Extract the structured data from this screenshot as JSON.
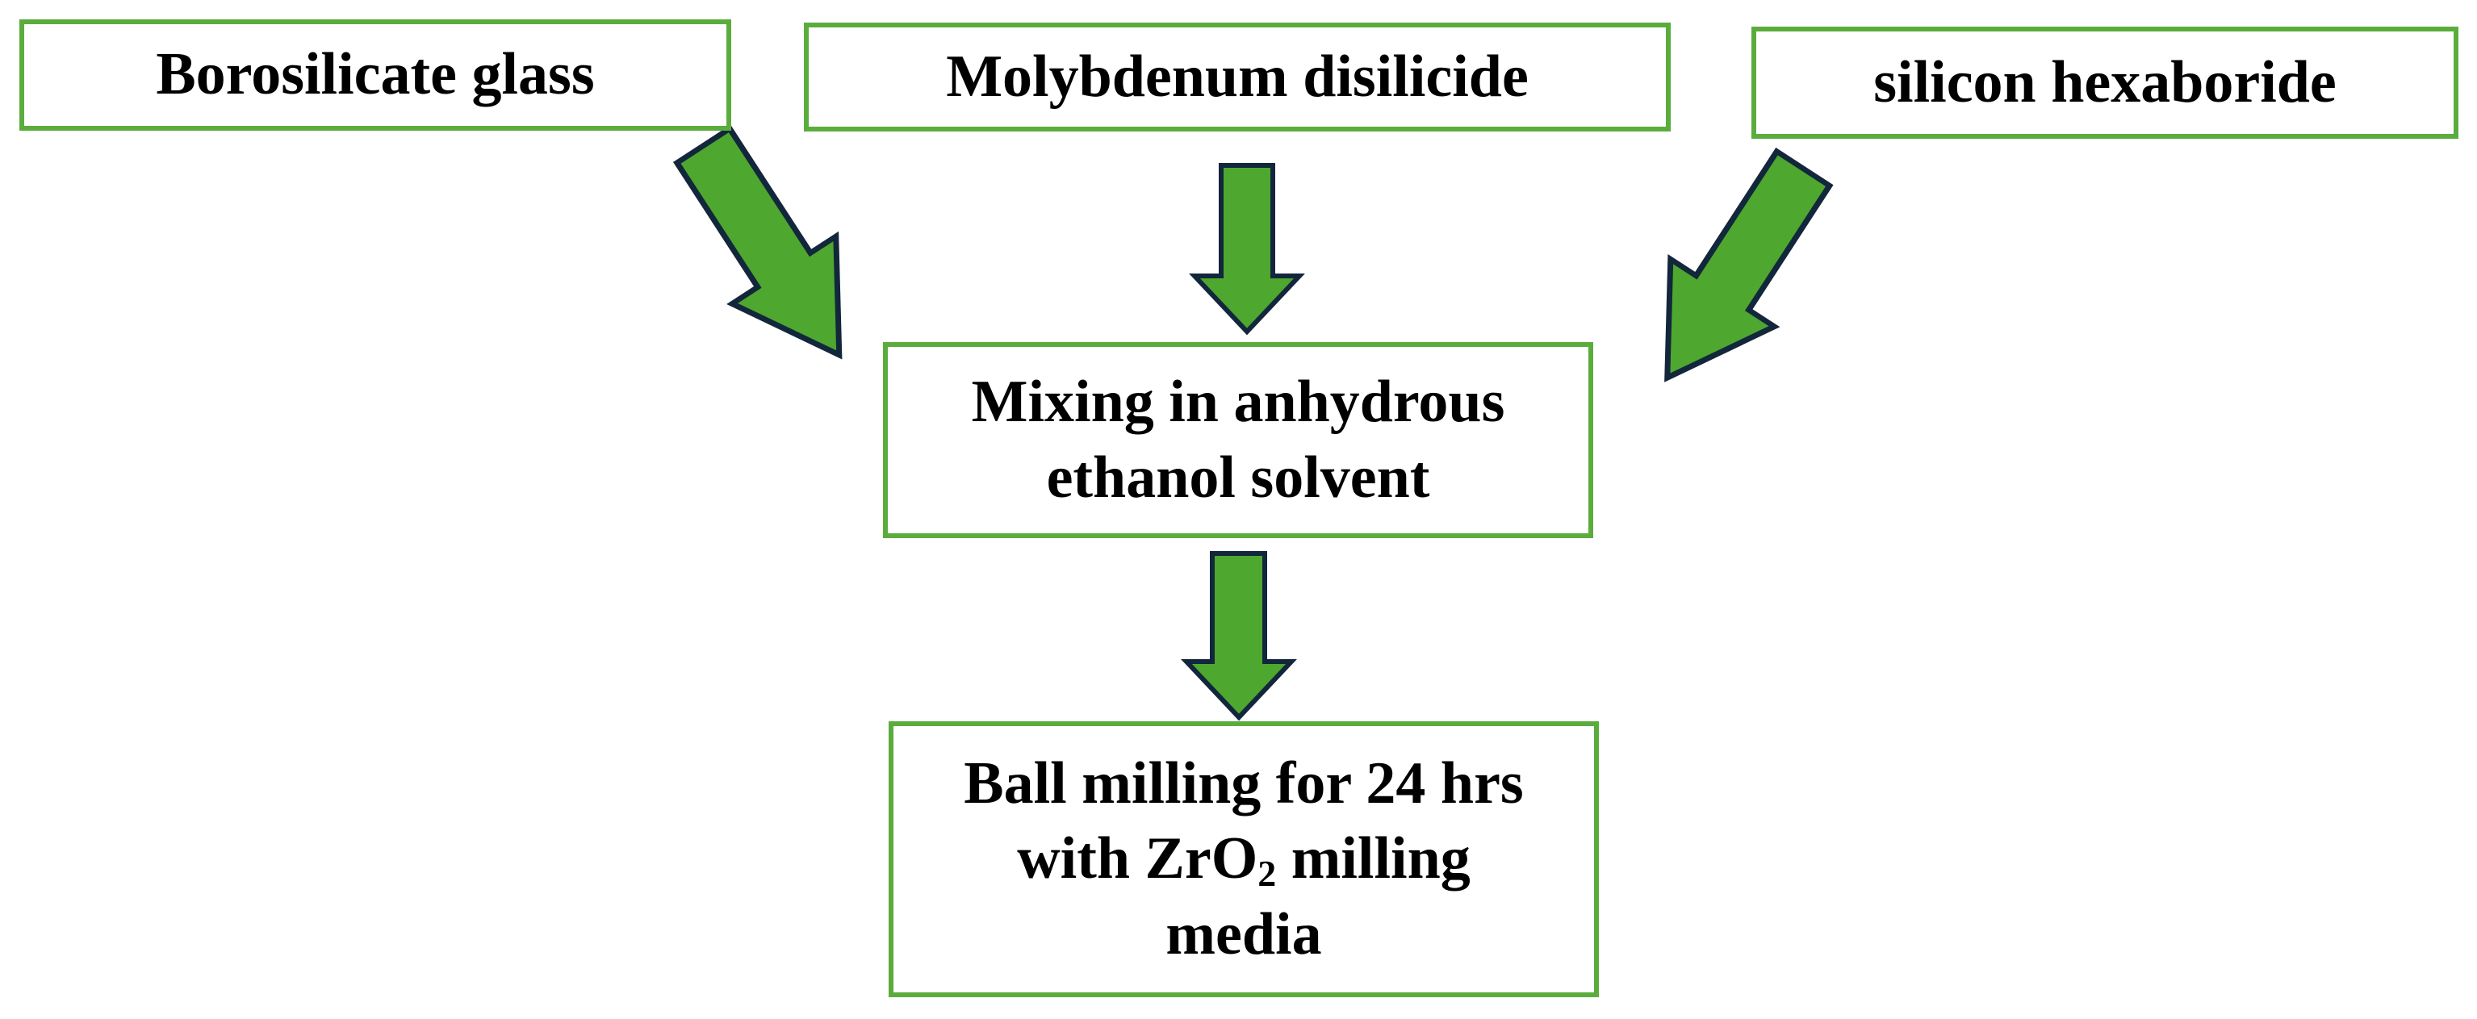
{
  "colors": {
    "box_border": "#5aad3c",
    "arrow_fill": "#4ea72e",
    "arrow_stroke": "#12263c",
    "text": "#000000"
  },
  "nodes": {
    "borosilicate": {
      "label": "Borosilicate glass"
    },
    "molybdenum": {
      "label": "Molybdenum disilicide"
    },
    "silicon": {
      "label": "silicon hexaboride"
    },
    "mixing": {
      "line1": "Mixing in anhydrous",
      "line2": "ethanol solvent"
    },
    "milling": {
      "line1": "Ball milling for 24 hrs",
      "line2_pre": "with ZrO",
      "line2_sub": "2",
      "line2_post": " milling",
      "line3": "media"
    }
  },
  "edges": [
    {
      "from": "borosilicate",
      "to": "mixing"
    },
    {
      "from": "molybdenum",
      "to": "mixing"
    },
    {
      "from": "silicon",
      "to": "mixing"
    },
    {
      "from": "mixing",
      "to": "milling"
    }
  ]
}
